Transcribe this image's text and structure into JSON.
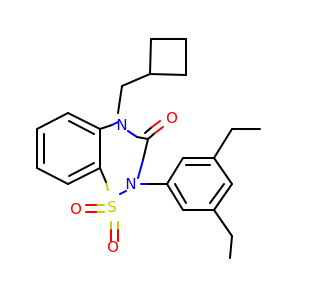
{
  "colors": {
    "background": "#ffffff",
    "bond": "#000000",
    "nitrogen": "#0000ff",
    "oxygen": "#ff0000",
    "sulfur": "#cccc00"
  },
  "atoms": {
    "n4": "N",
    "n2": "N",
    "o_carbonyl": "O",
    "s1": "S",
    "o_s_left": "O",
    "o_s_bottom": "O"
  }
}
